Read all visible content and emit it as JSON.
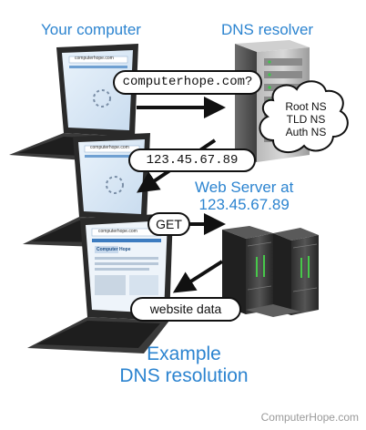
{
  "labels": {
    "your_computer": "Your computer",
    "dns_resolver": "DNS resolver",
    "web_server_line1": "Web Server at",
    "web_server_line2": "123.45.67.89",
    "example_line1": "Example",
    "example_line2": "DNS resolution"
  },
  "bubbles": {
    "query": "computerhope.com?",
    "answer": "123.45.67.89",
    "get": "GET",
    "website_data": "website data"
  },
  "cloud": [
    "Root NS",
    "TLD NS",
    "Auth NS"
  ],
  "screens": {
    "url_text": "computerhope.com",
    "site_name": "Computer Hope"
  },
  "footer": "ComputerHope.com",
  "colors": {
    "title_blue": "#2c84d0",
    "laptop_dark": "#2a2a2a",
    "server_gray": "#8e8e8e",
    "server_green": "#47c84a"
  }
}
